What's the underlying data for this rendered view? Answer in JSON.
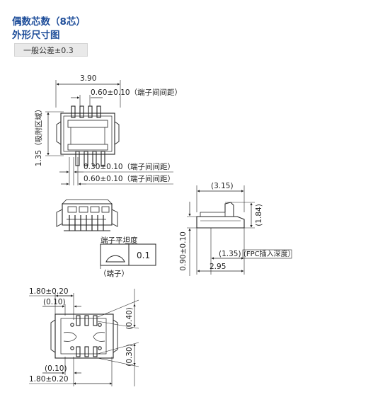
{
  "header": {
    "title": "偶数芯数（8芯）",
    "subtitle": "外形尺寸图",
    "tolerance": "一般公差±0.3"
  },
  "top_view": {
    "width": "3.90",
    "pitch_top": "0.60±0.10（端子间间距）",
    "height_side": "1.35（吸附区域）",
    "terminal_width": "0.30±0.10（端子间间距）",
    "pitch_bottom": "0.60±0.10（端子间间距）"
  },
  "flatness": {
    "label": "端子平坦度",
    "value": "0.1",
    "note": "（端子）"
  },
  "side_view": {
    "length": "(3.15)",
    "height_right": "(1.84)",
    "height_left": "0.90±0.10",
    "fpc_depth": "(1.35)",
    "fpc_label": "(FPC插入深度）",
    "bottom_length": "2.95"
  },
  "bottom_view": {
    "top_dim": "1.80±0.20",
    "top_sub": "(0.10)",
    "right_upper": "(0.40)",
    "right_lower": "(0.30)",
    "bottom_sub": "(0.10)",
    "bottom_dim": "1.80±0.20"
  }
}
